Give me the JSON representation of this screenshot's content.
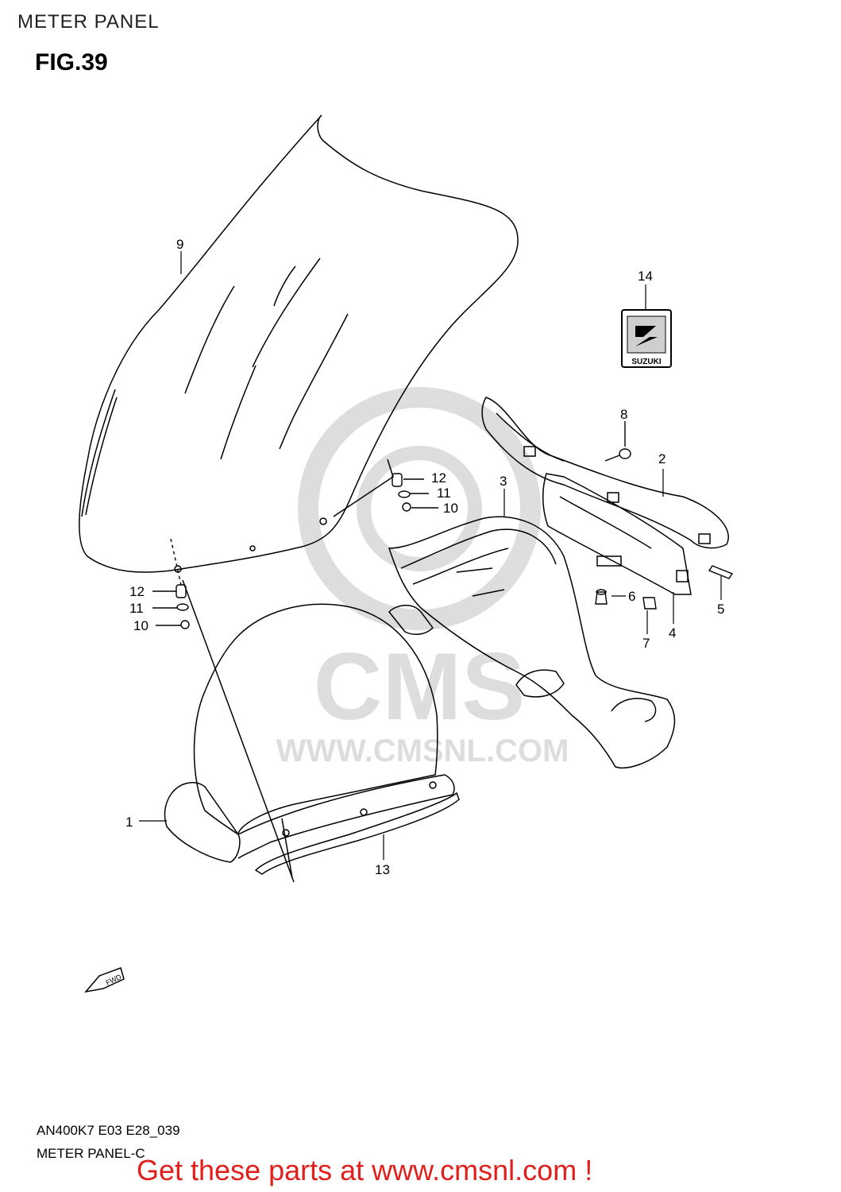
{
  "header": {
    "section_title": "METER PANEL",
    "figure_label": "FIG.39"
  },
  "watermark": {
    "logo_text": "CMS",
    "url_text": "WWW.CMSNL.COM"
  },
  "emblem": {
    "brand_text": "SUZUKI"
  },
  "fwd_arrow_text": "FWD",
  "callouts": {
    "c1": "1",
    "c2": "2",
    "c3": "3",
    "c4": "4",
    "c5": "5",
    "c6": "6",
    "c7": "7",
    "c8": "8",
    "c9": "9",
    "c10a": "10",
    "c10b": "10",
    "c11a": "11",
    "c11b": "11",
    "c12a": "12",
    "c12b": "12",
    "c13": "13",
    "c14": "14"
  },
  "footer": {
    "diagram_code": "AN400K7 E03 E28_039",
    "panel_name": "METER PANEL-C",
    "promo_text": "Get these parts at www.cmsnl.com !"
  }
}
